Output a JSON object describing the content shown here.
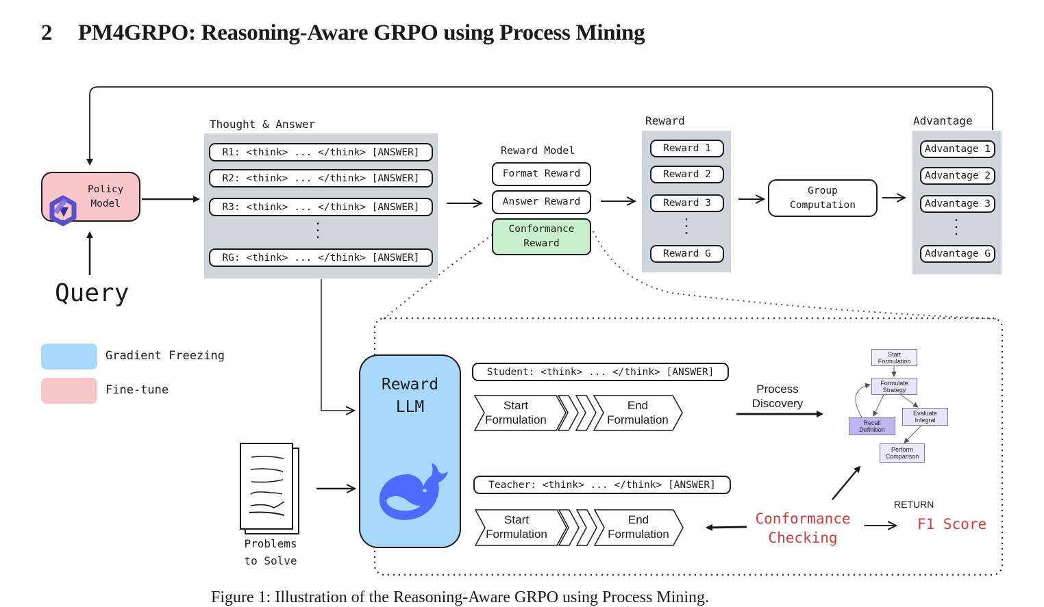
{
  "heading": {
    "number": "2",
    "title": "PM4GRPO: Reasoning-Aware GRPO using Process Mining"
  },
  "caption": "Figure 1: Illustration of the Reasoning-Aware GRPO using Process Mining.",
  "policy_model": {
    "label": "Policy\nModel",
    "icon": "qwen-logo-icon",
    "color": "#f9c6c9"
  },
  "query": {
    "label": "Query"
  },
  "thought_answer": {
    "title": "Thought & Answer",
    "rows": [
      "R1: <think> ... </think> [ANSWER]",
      "R2: <think> ... </think> [ANSWER]",
      "R3: <think> ... </think> [ANSWER]",
      "RG: <think> ... </think> [ANSWER]"
    ],
    "ellipsis": "·\n·\n·"
  },
  "reward_model": {
    "title": "Reward Model",
    "items": [
      "Format Reward",
      "Answer Reward",
      "Conformance\nReward"
    ],
    "highlight_color": "#c8f0cc"
  },
  "reward": {
    "title": "Reward",
    "items": [
      "Reward 1",
      "Reward 2",
      "Reward 3",
      "Reward G"
    ],
    "ellipsis": "·\n·\n·"
  },
  "group_computation": {
    "label": "Group\nComputation"
  },
  "advantage": {
    "title": "Advantage",
    "items": [
      "Advantage 1",
      "Advantage 2",
      "Advantage 3",
      "Advantage G"
    ],
    "ellipsis": "·\n·\n·"
  },
  "legend": [
    {
      "label": "Gradient Freezing",
      "color": "#a8d8fb"
    },
    {
      "label": "Fine-tune",
      "color": "#f9c6c9"
    }
  ],
  "problems": {
    "label": "Problems\nto Solve",
    "icon": "document-stack-icon"
  },
  "reward_llm": {
    "label": "Reward\nLLM",
    "icon": "deepseek-whale-icon",
    "color": "#a8d8fb",
    "icon_color": "#4d6bfe"
  },
  "student": {
    "trace": "Student: <think> ... </think> [ANSWER]",
    "steps": [
      "Start\nFormulation",
      "",
      "",
      "End\nFormulation"
    ]
  },
  "teacher": {
    "trace": "Teacher: <think> ... </think> [ANSWER]",
    "steps": [
      "Start\nFormulation",
      "",
      "",
      "End\nFormulation"
    ]
  },
  "process_discovery": {
    "label": "Process\nDiscovery"
  },
  "process_model": {
    "nodes": [
      {
        "label": "Start\nFormulation"
      },
      {
        "label": "Formulate\nStrategy"
      },
      {
        "label": "Recall\nDefinition"
      },
      {
        "label": "Evaluate\nIntegral"
      },
      {
        "label": "Perform\nComparison"
      }
    ]
  },
  "conformance_checking": {
    "label": "Conformance\nChecking",
    "color": "#d23a3a"
  },
  "return_label": "RETURN",
  "f1_score": {
    "label": "F1 Score",
    "color": "#d23a3a"
  }
}
